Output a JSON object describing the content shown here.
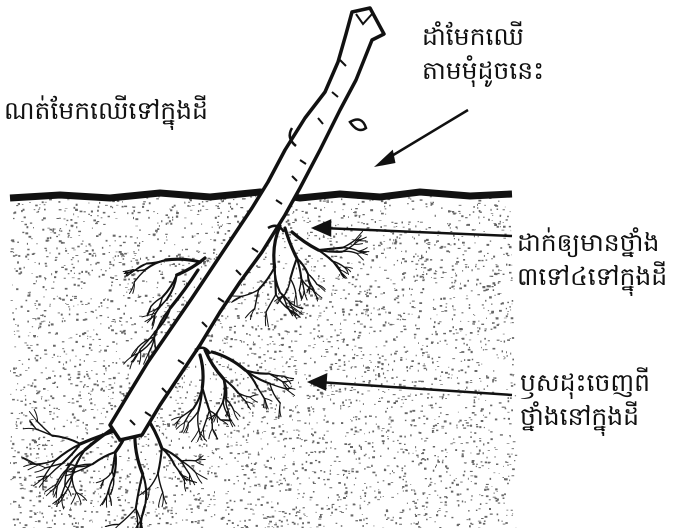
{
  "labels": {
    "plant_cutting": "ណត់មែកឈើទៅក្នុងដី",
    "cut_branch": [
      "ដាំមែកឈើ",
      "តាមមុំដូចនេះ"
    ],
    "put_nodes": [
      "ដាក់ឲ្យមានថ្នាំង",
      "៣ទៅ៤ទៅក្នុងដី"
    ],
    "roots_grow": [
      "ឫសដុះចេញពី",
      "ថ្នាំងនៅក្នុងដី"
    ]
  },
  "colors": {
    "ink": "#111111",
    "soil_dots": "#333333",
    "background": "#ffffff"
  }
}
